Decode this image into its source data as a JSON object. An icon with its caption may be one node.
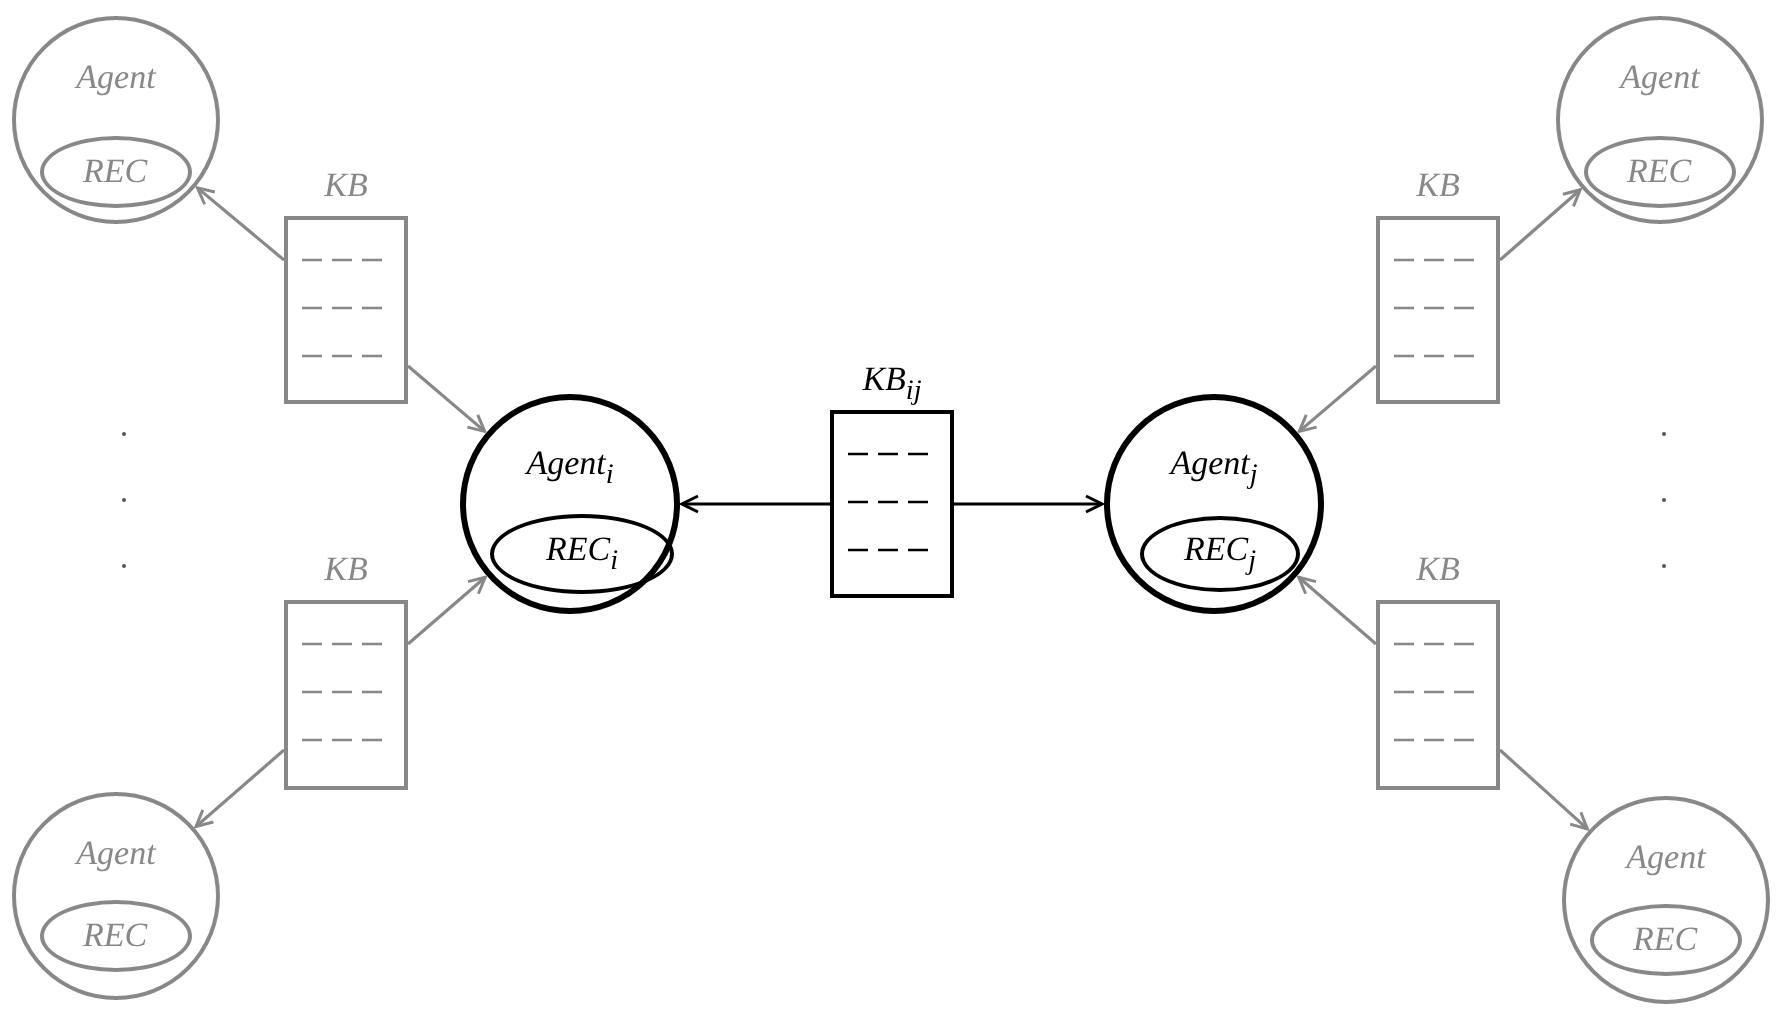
{
  "diagram": {
    "nodes": [
      {
        "text": [
          "Agent"
        ]
      },
      {
        "text": [
          "REC"
        ],
        "in": 0
      },
      {
        "text": [
          "Agent"
        ]
      },
      {
        "text": [
          "REC"
        ],
        "in": 2
      },
      {
        "text": [
          "KB"
        ]
      },
      {
        "text": [
          "KB"
        ]
      },
      {
        "text": [
          "Agent$_{i}$"
        ]
      },
      {
        "text": [
          "REC$_{i}$"
        ],
        "in": 6
      },
      {
        "text": [
          "KB$_{ij}$"
        ]
      },
      {
        "text": [
          "Agent$_{j}$"
        ]
      },
      {
        "text": [
          "REC$_{j}$"
        ],
        "in": 9
      },
      {
        "text": [
          "KB"
        ]
      },
      {
        "text": [
          "KB"
        ]
      },
      {
        "text": [
          "Agent"
        ]
      },
      {
        "text": [
          "REC"
        ],
        "in": 13
      },
      {
        "text": [
          "Agent"
        ]
      },
      {
        "text": [
          "REC"
        ],
        "in": 15
      }
    ],
    "edges": [
      {
        "from": 4,
        "to": 0,
        "arrow": "to"
      },
      {
        "from": 4,
        "to": 6,
        "arrow": "to"
      },
      {
        "from": 5,
        "to": 2,
        "arrow": "to"
      },
      {
        "from": 5,
        "to": 9,
        "arrow": "to"
      },
      {
        "from": 8,
        "to": 6,
        "arrow": "to",
        "color": "#000000"
      },
      {
        "from": 8,
        "to": 9,
        "arrow": "to",
        "color": "#000000"
      },
      {
        "from": 11,
        "to": 6,
        "arrow": "to"
      },
      {
        "from": 11,
        "to": 13,
        "arrow": "to"
      },
      {
        "from": 12,
        "to": 9,
        "arrow": "to"
      },
      {
        "from": 12,
        "to": 15,
        "arrow": "to"
      }
    ]
  }
}
